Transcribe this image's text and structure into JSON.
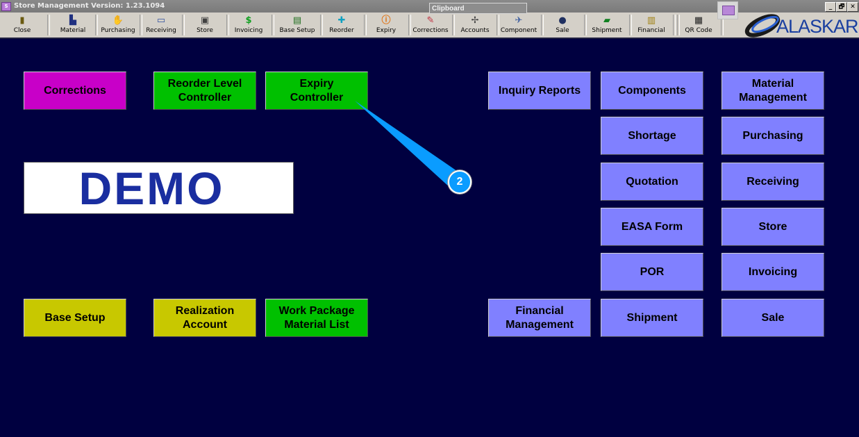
{
  "window": {
    "title": "Store Management  Version: 1.23.1094",
    "app_icon": "S",
    "controls": [
      "_",
      "🗗",
      "✕"
    ]
  },
  "clipboard_popup": "Clipboard",
  "toolbar": {
    "items": [
      {
        "label": "Close",
        "icon": "door-exit-icon",
        "glyph": "🚪"
      },
      {
        "label": "Material",
        "icon": "material-icon",
        "glyph": "📊"
      },
      {
        "label": "Purchasing",
        "icon": "purchasing-icon",
        "glyph": "🤝"
      },
      {
        "label": "Receiving",
        "icon": "receiving-icon",
        "glyph": "📝"
      },
      {
        "label": "Store",
        "icon": "store-icon",
        "glyph": "🗄"
      },
      {
        "label": "Invoicing",
        "icon": "dollar-icon",
        "glyph": "$"
      },
      {
        "label": "Base Setup",
        "icon": "table-icon",
        "glyph": "▤"
      },
      {
        "label": "Reorder",
        "icon": "plus-icon",
        "glyph": "✚"
      },
      {
        "label": "Expiry",
        "icon": "info-icon",
        "glyph": "ⓘ"
      },
      {
        "label": "Corrections",
        "icon": "corrections-icon",
        "glyph": "✎"
      },
      {
        "label": "Accounts",
        "icon": "accounts-icon",
        "glyph": "✈"
      },
      {
        "label": "Component",
        "icon": "component-icon",
        "glyph": "✈"
      },
      {
        "label": "Sale",
        "icon": "sale-icon",
        "glyph": "●"
      },
      {
        "label": "Shipment",
        "icon": "truck-icon",
        "glyph": "🚚"
      },
      {
        "label": "Financial",
        "icon": "financial-icon",
        "glyph": "🖶"
      },
      {
        "label": "QR Code",
        "icon": "qr-code-icon",
        "glyph": "▦"
      }
    ]
  },
  "logo": {
    "text": "ALASKAR"
  },
  "watermark": "DEMO",
  "buttons": {
    "corrections": "Corrections",
    "reorder_level_controller": "Reorder Level\nController",
    "expiry_controller": "Expiry\nController",
    "base_setup": "Base Setup",
    "realization_account": "Realization\nAccount",
    "work_package_material_list": "Work Package\nMaterial List",
    "inquiry_reports": "Inquiry Reports",
    "financial_management": "Financial\nManagement",
    "components": "Components",
    "shortage": "Shortage",
    "quotation": "Quotation",
    "easa_form": "EASA Form",
    "por": "POR",
    "shipment": "Shipment",
    "material_management": "Material\nManagement",
    "purchasing": "Purchasing",
    "receiving": "Receiving",
    "store": "Store",
    "invoicing": "Invoicing",
    "sale": "Sale"
  },
  "annotation": {
    "step": "2"
  },
  "colors": {
    "background": "#000040",
    "magenta": "#c800c8",
    "green": "#00c000",
    "yellow": "#c8c800",
    "purple": "#8080ff",
    "callout": "#0a9cff"
  }
}
